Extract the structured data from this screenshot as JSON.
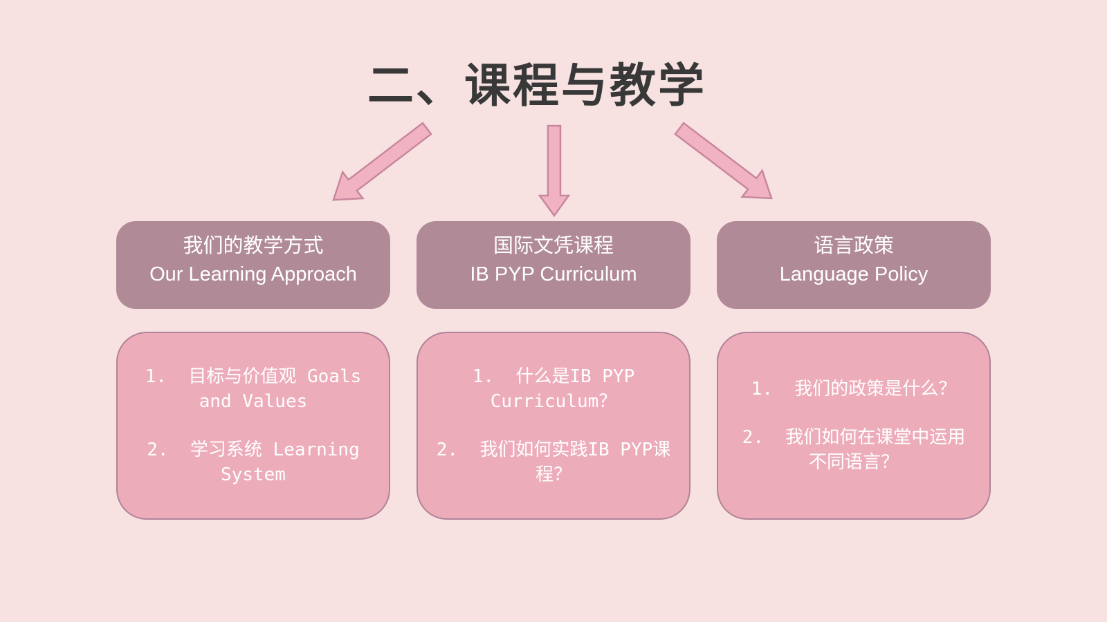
{
  "slide": {
    "title": "二、课程与教学"
  },
  "colors": {
    "bg": "#f7e2e1",
    "title-text": "#383838",
    "header-box": "#b18a97",
    "header-text": "#ffffff",
    "content-box": "#edacba",
    "content-border": "#b08399",
    "content-text": "#ffffff",
    "arrow-fill": "#f1b3c1",
    "arrow-stroke": "#c8879e"
  },
  "columns": [
    {
      "header": {
        "zh": "我们的教学方式",
        "en": "Our Learning Approach"
      },
      "items": [
        {
          "lines": [
            "1.  目标与价值观 Goals",
            "and Values"
          ]
        },
        {
          "lines": [
            "2.  学习系统 Learning",
            "System"
          ]
        }
      ]
    },
    {
      "header": {
        "zh": "国际文凭课程",
        "en": "IB PYP Curriculum"
      },
      "items": [
        {
          "lines": [
            "1.  什么是IB PYP",
            "Curriculum？"
          ]
        },
        {
          "lines": [
            "2.  我们如何实践IB PYP课",
            "程？"
          ]
        }
      ]
    },
    {
      "header": {
        "zh": "语言政策",
        "en": "Language Policy"
      },
      "items": [
        {
          "lines": [
            "1.  我们的政策是什么？"
          ]
        },
        {
          "lines": [
            "2.  我们如何在课堂中运用",
            "不同语言？"
          ]
        }
      ]
    }
  ]
}
